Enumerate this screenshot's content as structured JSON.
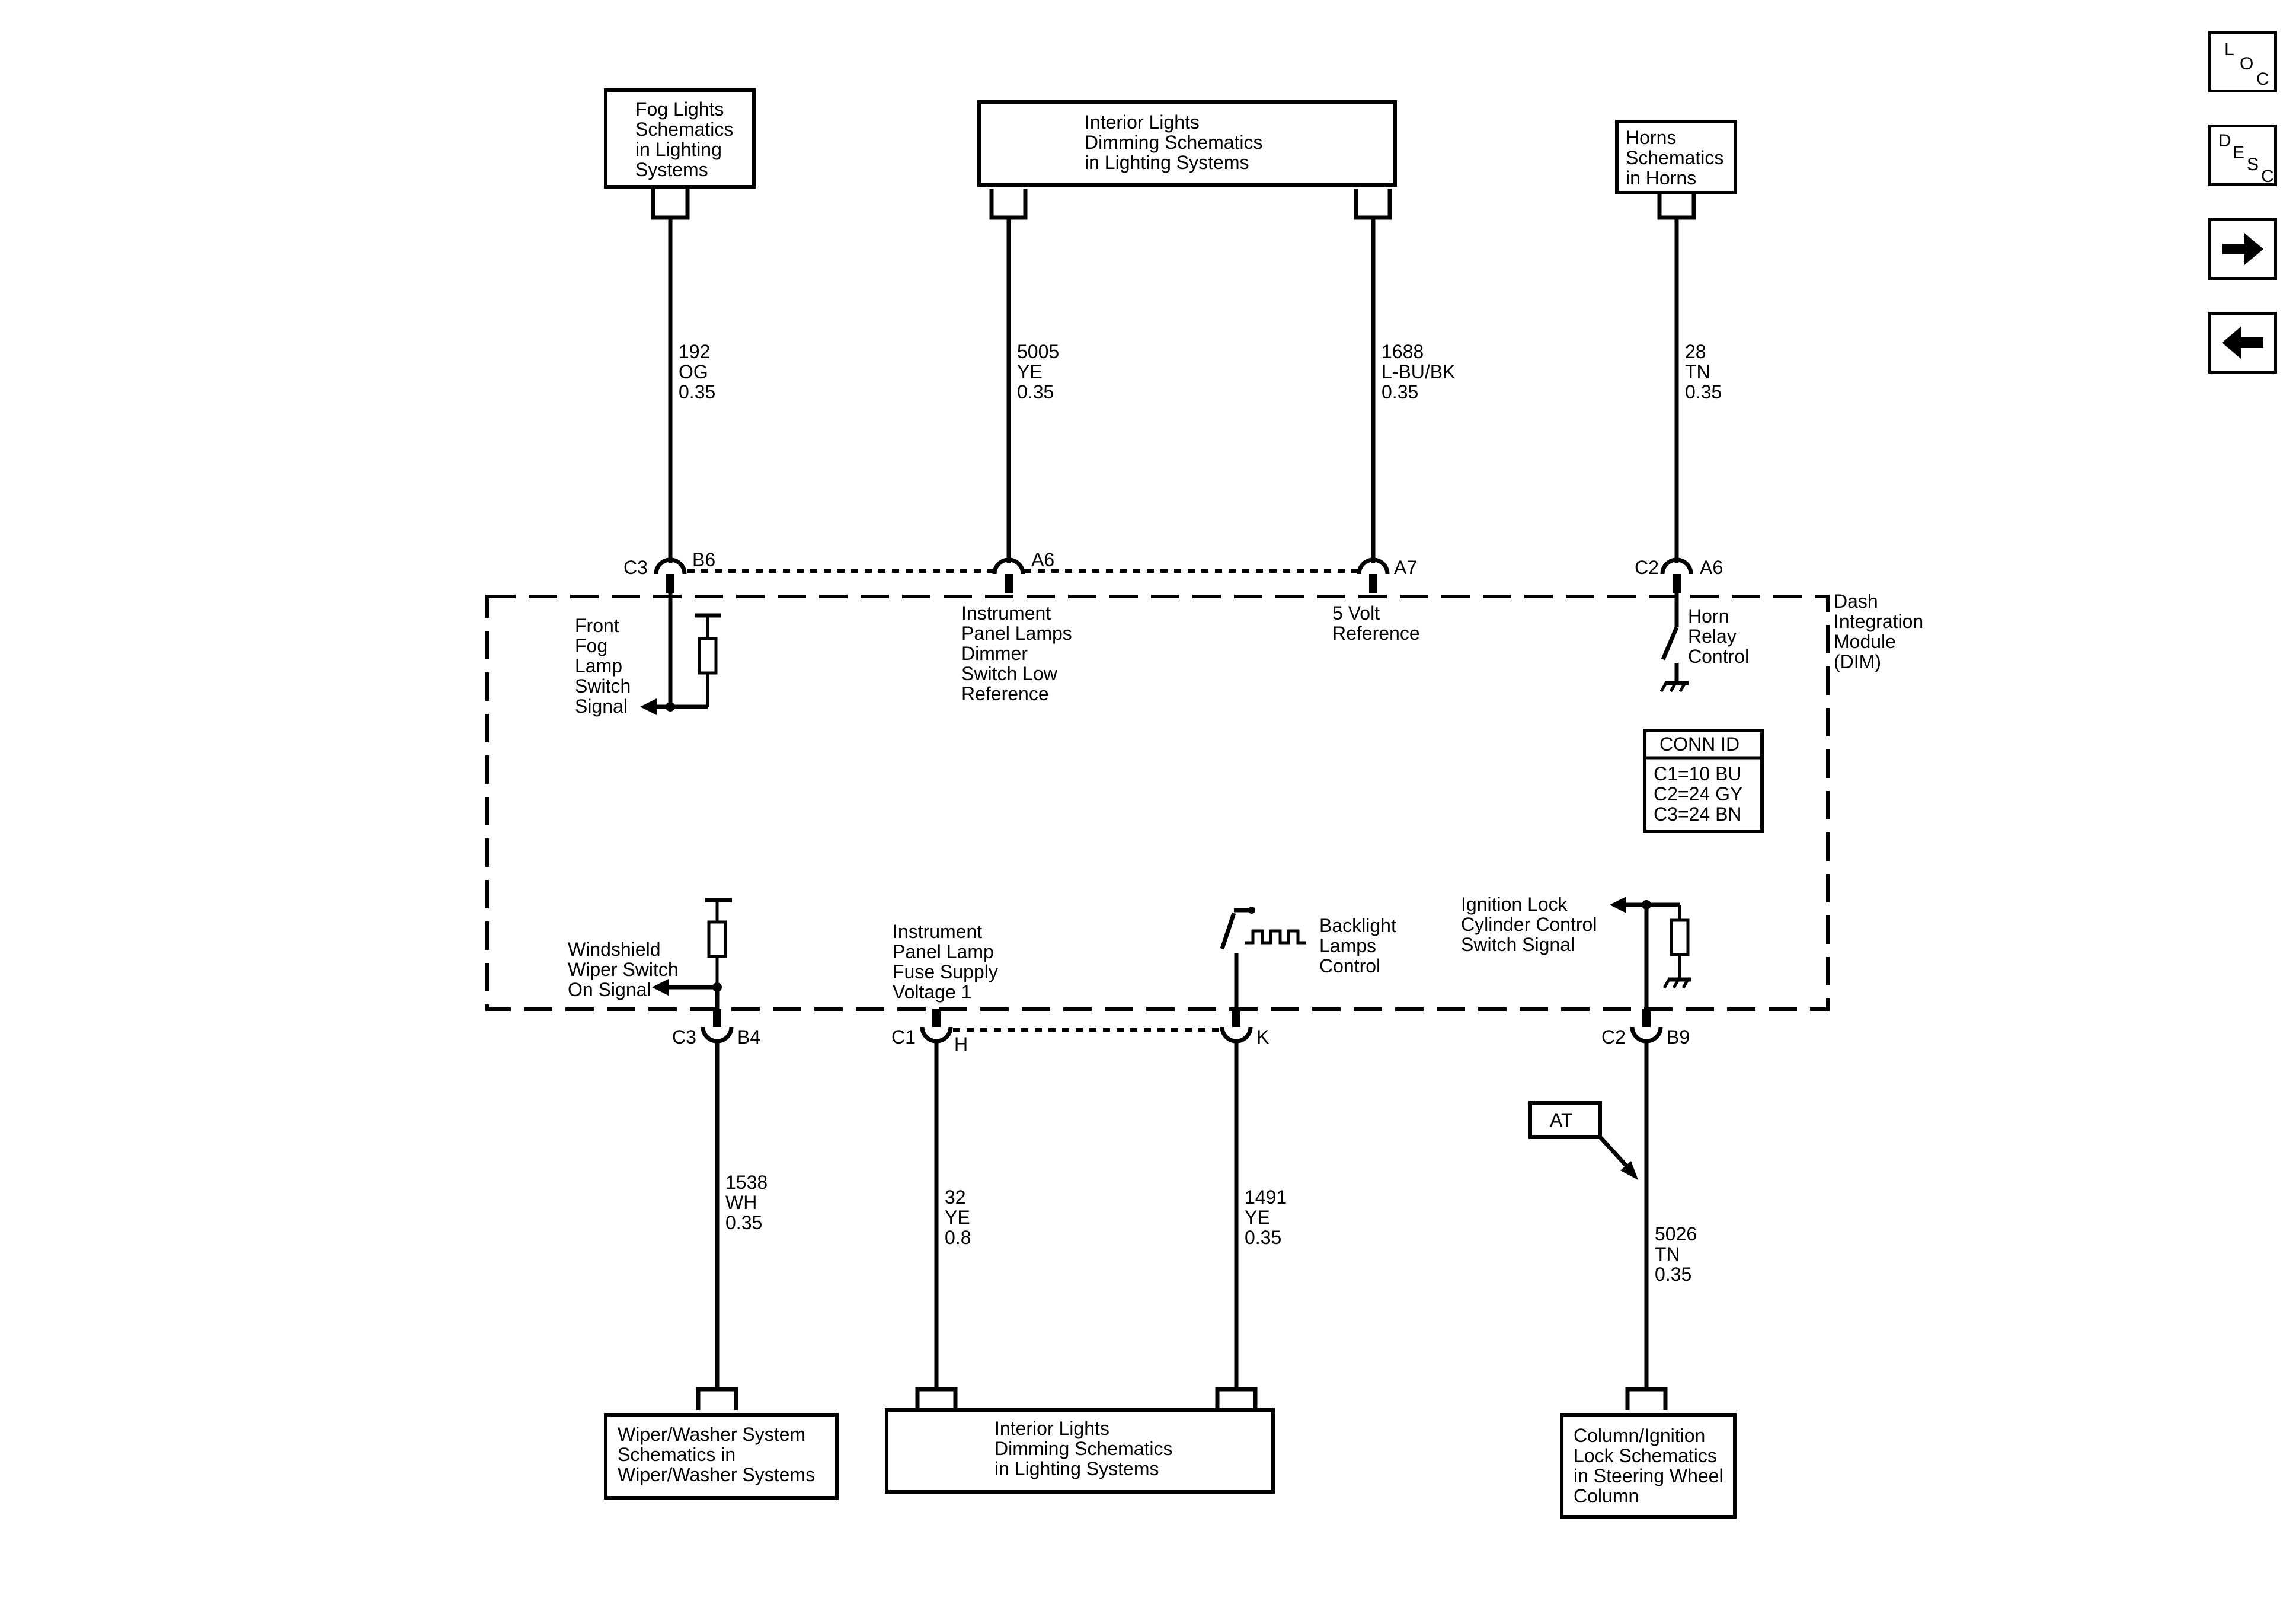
{
  "nav": {
    "loc": [
      "L",
      "O",
      "C"
    ],
    "desc": [
      "D",
      "E",
      "S",
      "C"
    ]
  },
  "top_boxes": {
    "fog": [
      "Fog Lights",
      "Schematics",
      "in Lighting",
      "Systems"
    ],
    "interior": [
      "Interior Lights",
      "Dimming Schematics",
      "in Lighting Systems"
    ],
    "horns": [
      "Horns",
      "Schematics",
      "in Horns"
    ]
  },
  "bottom_boxes": {
    "wiper": [
      "Wiper/Washer System",
      "Schematics in",
      "Wiper/Washer Systems"
    ],
    "interior": [
      "Interior Lights",
      "Dimming Schematics",
      "in Lighting Systems"
    ],
    "column": [
      "Column/Ignition",
      "Lock Schematics",
      "in Steering Wheel",
      "Column"
    ]
  },
  "wires": {
    "w192": [
      "192",
      "OG",
      "0.35"
    ],
    "w5005": [
      "5005",
      "YE",
      "0.35"
    ],
    "w1688": [
      "1688",
      "L-BU/BK",
      "0.35"
    ],
    "w28": [
      "28",
      "TN",
      "0.35"
    ],
    "w1538": [
      "1538",
      "WH",
      "0.35"
    ],
    "w32": [
      "32",
      "YE",
      "0.8"
    ],
    "w1491": [
      "1491",
      "YE",
      "0.35"
    ],
    "w5026": [
      "5026",
      "TN",
      "0.35"
    ]
  },
  "connectors": {
    "c3": "C3",
    "b6": "B6",
    "a6_top": "A6",
    "a7": "A7",
    "c2_top": "C2",
    "a6_horn": "A6",
    "c3_bot": "C3",
    "b4": "B4",
    "c1": "C1",
    "h": "H",
    "k": "K",
    "c2_bot": "C2",
    "b9": "B9"
  },
  "module": {
    "name": [
      "Dash",
      "Integration",
      "Module",
      "(DIM)"
    ],
    "conn_id_title": "CONN ID",
    "conn_ids": [
      "C1=10 BU",
      "C2=24 GY",
      "C3=24 BN"
    ]
  },
  "circuits": {
    "front_fog": [
      "Front",
      "Fog",
      "Lamp",
      "Switch",
      "Signal"
    ],
    "ip_dimmer": [
      "Instrument",
      "Panel Lamps",
      "Dimmer",
      "Switch Low",
      "Reference"
    ],
    "five_volt": [
      "5 Volt",
      "Reference"
    ],
    "horn_relay": [
      "Horn",
      "Relay",
      "Control"
    ],
    "windshield": [
      "Windshield",
      "Wiper Switch",
      "On Signal"
    ],
    "ip_fuse": [
      "Instrument",
      "Panel Lamp",
      "Fuse Supply",
      "Voltage 1"
    ],
    "backlight": [
      "Backlight",
      "Lamps",
      "Control"
    ],
    "ign_lock": [
      "Ignition Lock",
      "Cylinder Control",
      "Switch Signal"
    ]
  },
  "at_label": "AT"
}
